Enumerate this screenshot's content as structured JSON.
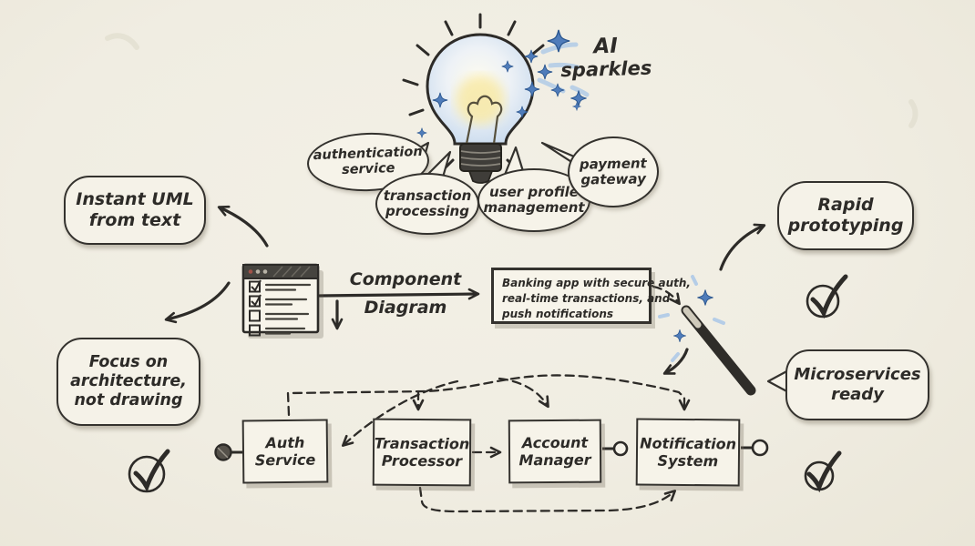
{
  "colors": {
    "paper": "#f0ede2",
    "ink": "#2d2b28",
    "sparkle_blue": "#4f7cba",
    "sparkle_light_blue": "#b5cde7",
    "glow_yellow": "#f6e9ad"
  },
  "idea": {
    "caption_line1": "AI",
    "caption_line2": "sparkles"
  },
  "thought_bubbles": [
    {
      "label": "authentication service"
    },
    {
      "label": "transaction processing"
    },
    {
      "label": "user profile management"
    },
    {
      "label": "payment gateway"
    }
  ],
  "benefits": [
    {
      "label": "Instant UML from text"
    },
    {
      "label": "Focus on architecture, not drawing"
    },
    {
      "label": "Rapid prototyping"
    },
    {
      "label": "Microservices ready"
    }
  ],
  "flow": {
    "arrow_label_line1": "Component",
    "arrow_label_line2": "Diagram",
    "prompt_line1": "Banking app with secure auth,",
    "prompt_line2": "real-time transactions, and",
    "prompt_line3": "push notifications"
  },
  "uml_components": [
    "Auth Service",
    "Transaction Processor",
    "Account Manager",
    "Notification System"
  ],
  "icons": {
    "lightbulb": "lightbulb-icon",
    "sparkles": "sparkle-icon",
    "checklist": "checklist-icon",
    "magic_wand": "magic-wand-icon",
    "checkmark": "checkmark-icon"
  }
}
